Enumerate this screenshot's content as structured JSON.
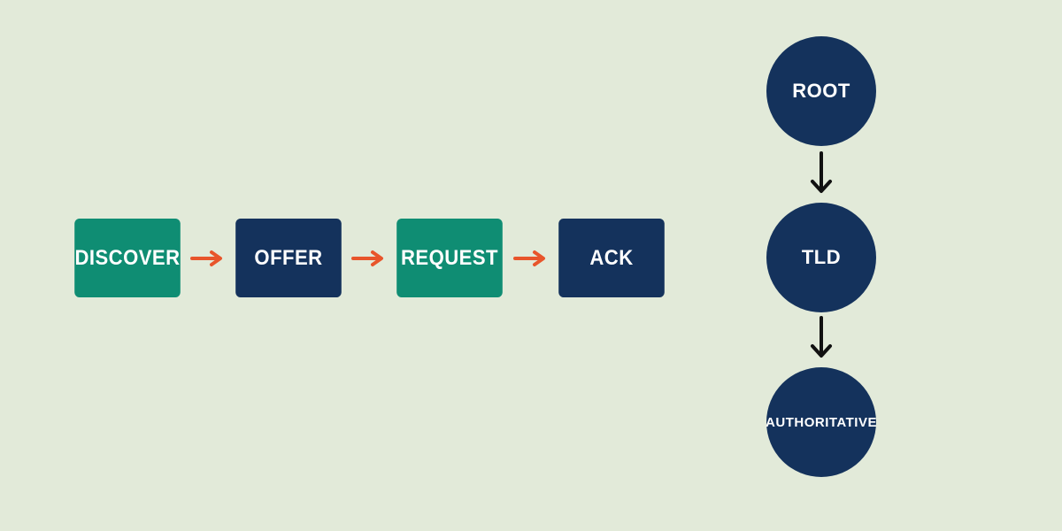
{
  "flow": {
    "steps": [
      {
        "label": "DISCOVER",
        "color": "#0f8d73"
      },
      {
        "label": "OFFER",
        "color": "#14325c"
      },
      {
        "label": "REQUEST",
        "color": "#0f8d73"
      },
      {
        "label": "ACK",
        "color": "#14325c"
      }
    ],
    "arrow_color": "#e8552b"
  },
  "hierarchy": {
    "levels": [
      {
        "label": "ROOT"
      },
      {
        "label": "TLD"
      },
      {
        "label": "AUTHORITATIVE"
      }
    ],
    "node_color": "#14325c",
    "arrow_color": "#111111"
  },
  "background_color": "#e2ead9"
}
